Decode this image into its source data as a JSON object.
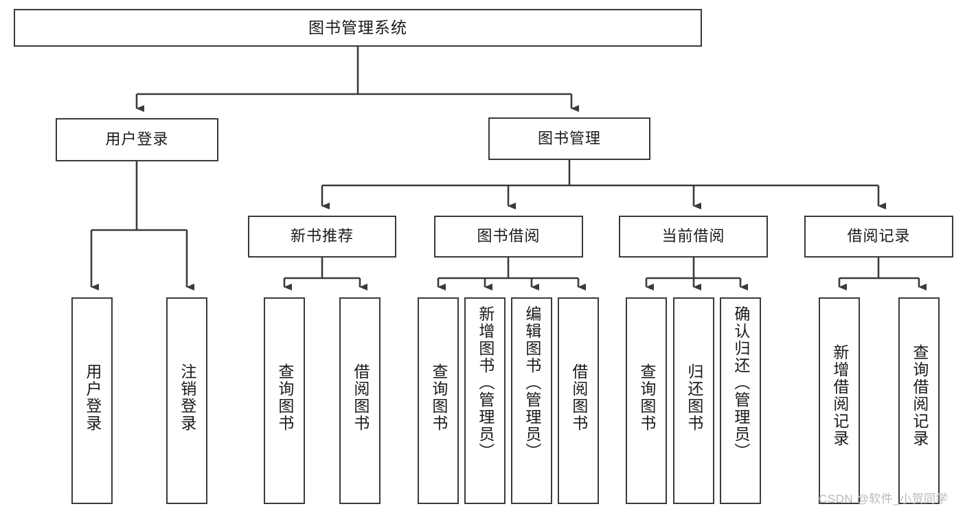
{
  "diagram": {
    "title": "图书管理系统",
    "type": "hierarchy-tree",
    "root": {
      "id": "root",
      "label": "图书管理系统",
      "orientation": "horizontal"
    },
    "level2": [
      {
        "id": "user-login",
        "label": "用户登录",
        "orientation": "horizontal"
      },
      {
        "id": "book-management",
        "label": "图书管理",
        "orientation": "horizontal"
      }
    ],
    "level3": [
      {
        "id": "new-book-recommend",
        "label": "新书推荐",
        "orientation": "horizontal",
        "parent": "book-management"
      },
      {
        "id": "book-borrow",
        "label": "图书借阅",
        "orientation": "horizontal",
        "parent": "book-management"
      },
      {
        "id": "current-borrow",
        "label": "当前借阅",
        "orientation": "horizontal",
        "parent": "book-management"
      },
      {
        "id": "borrow-record",
        "label": "借阅记录",
        "orientation": "horizontal",
        "parent": "book-management"
      }
    ],
    "leaves": [
      {
        "id": "leaf-user-login",
        "label": "用户登录",
        "orientation": "vertical",
        "parent": "user-login"
      },
      {
        "id": "leaf-logout",
        "label": "注销登录",
        "orientation": "vertical",
        "parent": "user-login"
      },
      {
        "id": "leaf-query-book-1",
        "label": "查询图书",
        "orientation": "vertical",
        "parent": "new-book-recommend"
      },
      {
        "id": "leaf-borrow-book-1",
        "label": "借阅图书",
        "orientation": "vertical",
        "parent": "new-book-recommend"
      },
      {
        "id": "leaf-query-book-2",
        "label": "查询图书",
        "orientation": "vertical",
        "parent": "book-borrow"
      },
      {
        "id": "leaf-add-book",
        "label": "新增图书（管理员）",
        "orientation": "vertical",
        "parent": "book-borrow"
      },
      {
        "id": "leaf-edit-book",
        "label": "编辑图书（管理员）",
        "orientation": "vertical",
        "parent": "book-borrow"
      },
      {
        "id": "leaf-borrow-book-2",
        "label": "借阅图书",
        "orientation": "vertical",
        "parent": "book-borrow"
      },
      {
        "id": "leaf-query-book-3",
        "label": "查询图书",
        "orientation": "vertical",
        "parent": "current-borrow"
      },
      {
        "id": "leaf-return-book",
        "label": "归还图书",
        "orientation": "vertical",
        "parent": "current-borrow"
      },
      {
        "id": "leaf-confirm-return",
        "label": "确认归还（管理员）",
        "orientation": "vertical",
        "parent": "current-borrow"
      },
      {
        "id": "leaf-add-record",
        "label": "新增借阅记录",
        "orientation": "vertical",
        "parent": "borrow-record"
      },
      {
        "id": "leaf-query-record",
        "label": "查询借阅记录",
        "orientation": "vertical",
        "parent": "borrow-record"
      }
    ],
    "colors": {
      "border": "#3a3a3a",
      "background": "#ffffff",
      "text": "#1a1a1a",
      "watermark": "#b8b8b8"
    }
  },
  "watermark": {
    "text": "CSDN @软件_小贺同学"
  }
}
